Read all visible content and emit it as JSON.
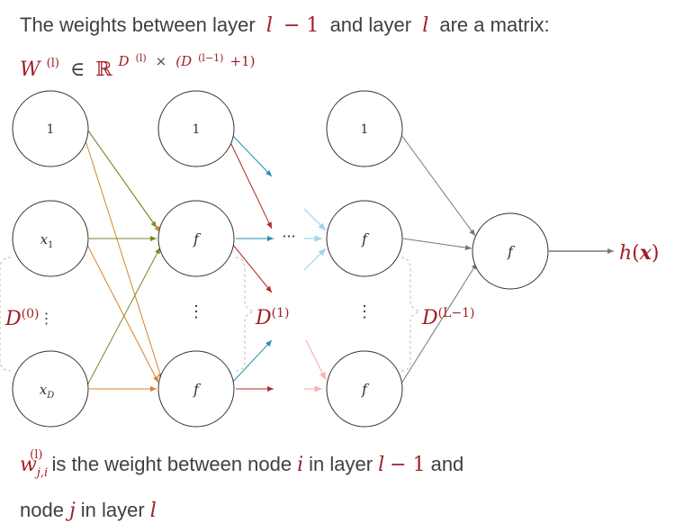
{
  "colors": {
    "text": "#404040",
    "math": "#a01d26",
    "orange": "#d9822b",
    "olive": "#7a8a2a",
    "red": "#b22a2a",
    "teal": "#2a8fb0",
    "light_teal": "#9fd6e8",
    "light_red": "#f2b7b7",
    "gray": "#888888",
    "node_stroke": "#333333"
  },
  "header": {
    "line1_text": "The weights between layer",
    "line1_l_minus": "l",
    "line1_minus_one": "− 1",
    "line1_and_layer": "and layer",
    "line1_l": "l",
    "line1_tail": "are a matrix:",
    "matrix_W": "W",
    "matrix_sup": "(l)",
    "matrix_in": "∈",
    "matrix_R": "ℝ",
    "matrix_D": "D",
    "matrix_Dsup": "(l)",
    "matrix_times": "×",
    "matrix_paren": "(D",
    "matrix_D2sup": "(l−1)",
    "matrix_plus": "+1)"
  },
  "nodes": {
    "layer0": {
      "top": "1",
      "mid": "x",
      "mid_sub": "1",
      "dots": "⋮",
      "bottom": "x",
      "bottom_sub": "D"
    },
    "layer1": {
      "top": "1",
      "mid": "f",
      "dots": "⋮",
      "bottom": "f"
    },
    "layerL1": {
      "top": "1",
      "mid": "f",
      "dots": "⋮",
      "bottom": "f"
    },
    "output": {
      "label": "f"
    }
  },
  "labels": {
    "ellipsis": "···",
    "D0": "D",
    "D0_sup": "(0)",
    "D0_dots": "⋮",
    "D1": "D",
    "D1_sup": "(1)",
    "DL1": "D",
    "DL1_sup": "(L−1)",
    "output_h": "h",
    "output_paren_open": "(",
    "output_x": "x",
    "output_paren_close": ")"
  },
  "footer": {
    "w": "w",
    "w_sub": "j,i",
    "w_sup": "(l)",
    "text1": "is the weight between node",
    "i": "i",
    "text2": "in layer",
    "l": "l",
    "minus_one": "− 1",
    "text3": "and",
    "text4": "node",
    "j": "j",
    "text5": "in layer",
    "l2": "l"
  }
}
